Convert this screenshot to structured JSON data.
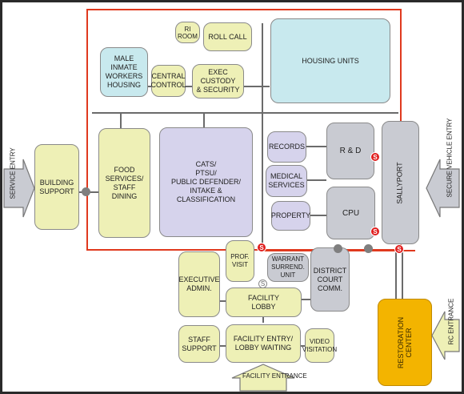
{
  "colors": {
    "perimeter": "#e0391e",
    "admin": "#eef0b6",
    "programs": "#d6d3ec",
    "secure": "#c9cbd2",
    "housing": "#c8e9ee",
    "restoration": "#f3b400"
  },
  "labels": {
    "ri_room": "RI\nROOM",
    "roll_call": "ROLL CALL",
    "housing_units": "HOUSING UNITS",
    "male_inmate": "MALE INMATE\nWORKERS\nHOUSING",
    "central_control": "CENTRAL\nCONTROL",
    "exec_custody": "EXEC\nCUSTODY\n& SECURITY",
    "food_services": "FOOD\nSERVICES/\nSTAFF DINING",
    "cats": "CATS/\nPTSU/\nPUBLIC DEFENDER/\nINTAKE & CLASSIFICATION",
    "records": "RECORDS",
    "medical": "MEDICAL\nSERVICES",
    "property": "PROPERTY",
    "r_and_d": "R & D",
    "cpu": "CPU",
    "sallyport": "SALLYPORT",
    "building_support": "BUILDING\nSUPPORT",
    "service_entry": "SERVICE\nENTRY",
    "secure_vehicle_entry": "SECURE\nVEHICLE\nENTRY",
    "prof_visit": "PROF.\nVISIT",
    "warrant": "WARRANT\nSURREND.\nUNIT",
    "district_court": "DISTRICT\nCOURT\nCOMM.",
    "executive_admin": "EXECUTIVE\nADMIN.",
    "facility_lobby": "FACILITY\nLOBBY",
    "staff_support": "STAFF\nSUPPORT",
    "facility_entry": "FACILITY ENTRY/\nLOBBY WAITING",
    "video_visitation": "VIDEO\nVISITATION",
    "facility_entrance": "FACILITY\nENTRANCE",
    "restoration_center": "RESTORATION\nCENTER",
    "rc_entrance": "RC\nENTRANCE",
    "security_marker": "S"
  }
}
